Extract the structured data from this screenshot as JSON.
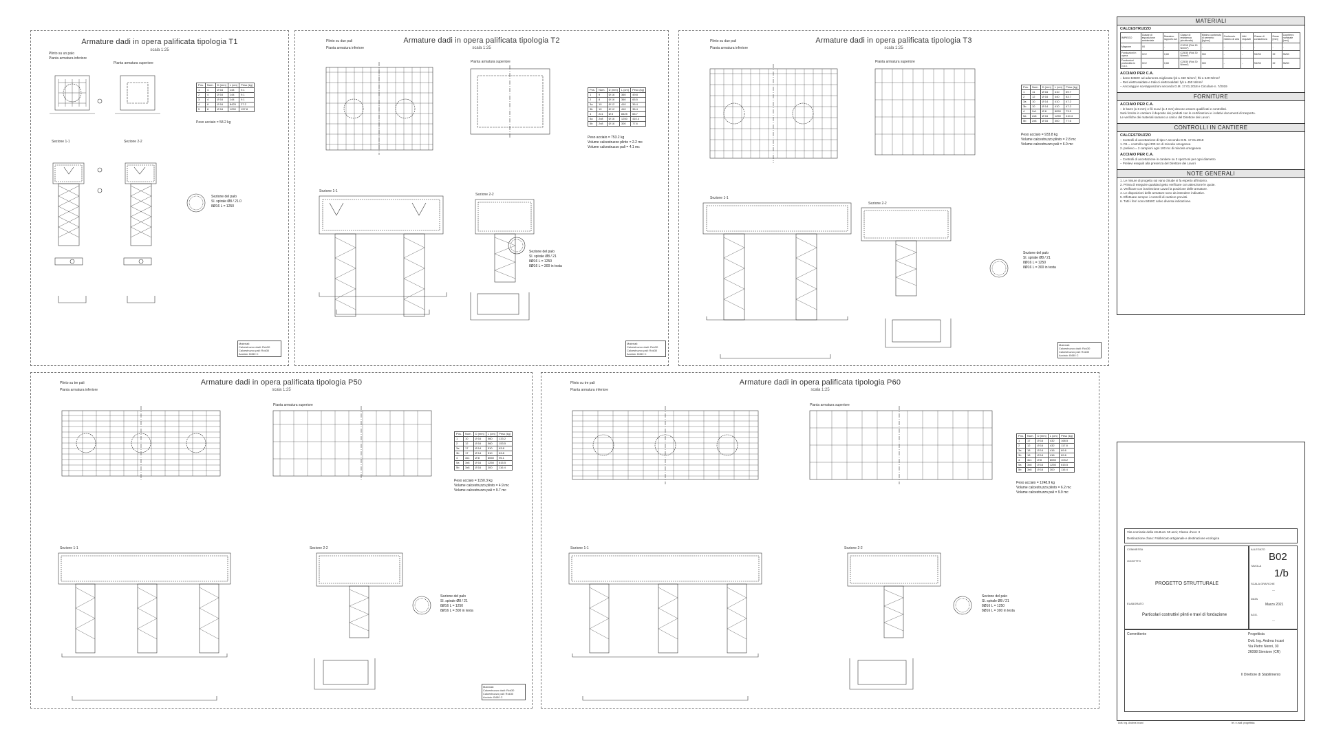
{
  "panels": {
    "t1": {
      "title": "Armature dadi in opera palificata tipologia T1",
      "scale": "scala 1:25",
      "plinth": "Plinto su un palo",
      "bottom_plan": "Pianta armatura inferiore",
      "top_plan": "Pianta armatura superiore",
      "sec1": "Sezione 1-1",
      "sec2": "Sezione 2-2",
      "pile_section": "Sezione del palo",
      "pile_lines": [
        "Sl. spirale Ø8 / 21.0",
        "8Ø16 L = 1250"
      ],
      "weight": "Peso acciaio = 58.2 kg",
      "volumes": [],
      "materials": [
        "Materiali:",
        "Calcestruzzo dadi: Rck30",
        "Calcestruzzo pali: Rck30",
        "Acciaio: B450 C"
      ],
      "rebar_head": [
        "Pos.",
        "Num.",
        "D (mm)",
        "L (cm)",
        "Peso (kg)"
      ],
      "rebar_rows": [
        [
          "1",
          "4",
          "Ø 16",
          "144",
          "9.1"
        ],
        [
          "2",
          "4",
          "Ø 16",
          "144",
          "9.1"
        ],
        [
          "3",
          "4",
          "Ø 16",
          "144",
          "9.1"
        ],
        [
          "4",
          "8",
          "Ø 16",
          "8425",
          "27.2"
        ],
        [
          "5",
          "8",
          "Ø 16",
          "1250",
          "157.8"
        ]
      ]
    },
    "t2": {
      "title": "Armature dadi in opera palificata tipologia T2",
      "scale": "scala 1:25",
      "plinth": "Plinto su due pali",
      "bottom_plan": "Pianta armatura inferiore",
      "top_plan": "Pianta armatura superiore",
      "sec1": "Sezione 1-1",
      "sec2": "Sezione 2-2",
      "pile_section": "Sezione del palo",
      "pile_lines": [
        "Sl. spirale Ø8 / 21",
        "8Ø16 L = 1250",
        "8Ø16 L = 300 in testa"
      ],
      "weight": "Peso acciaio = 753.2 kg",
      "volumes": [
        "Volume calcestruzzo plinto = 2.2 mc",
        "Volume calcestruzzo pali = 4.1 mc"
      ],
      "materials": [
        "Materiali:",
        "Calcestruzzo dadi: Rck30",
        "Calcestruzzo pali: Rck30",
        "Acciaio: B450 C"
      ],
      "rebar_head": [
        "Pos.",
        "Num.",
        "D (mm)",
        "L (cm)",
        "Peso (kg)"
      ],
      "rebar_rows": [
        [
          "1",
          "9",
          "Ø 16",
          "360",
          "49.8"
        ],
        [
          "2",
          "8",
          "Ø 16",
          "360",
          "65.5"
        ],
        [
          "3a",
          "10",
          "Ø 12",
          "410",
          "36.4"
        ],
        [
          "3b",
          "10",
          "Ø 12",
          "410",
          "36.4"
        ],
        [
          "4",
          "2x1",
          "Ø 8",
          "8425",
          "66.7"
        ],
        [
          "5a",
          "2x8",
          "Ø 16",
          "1250",
          "410.4"
        ],
        [
          "5b",
          "2x8",
          "Ø 16",
          "300",
          "77.6"
        ]
      ]
    },
    "t3": {
      "title": "Armature dadi in opera palificata tipologia T3",
      "scale": "scala 1:25",
      "plinth": "Plinto su due pali",
      "bottom_plan": "Pianta armatura inferiore",
      "top_plan": "Pianta armatura superiore",
      "sec1": "Sezione 1-1",
      "sec2": "Sezione 2-2",
      "pile_section": "Sezione del palo",
      "pile_lines": [
        "Sl. spirale Ø8 / 21",
        "8Ø16 L = 1250",
        "8Ø16 L = 300 in testa"
      ],
      "weight": "Peso acciaio = 933.8 kg",
      "volumes": [
        "Volume calcestruzzo plinto = 2.8 mc",
        "Volume calcestruzzo pali = 6.0 mc"
      ],
      "materials": [
        "Materiali:",
        "Calcestruzzo dadi: Rck30",
        "Calcestruzzo pali: Rck30",
        "Acciaio: B450 C"
      ],
      "rebar_head": [
        "Pos.",
        "Num.",
        "D (mm)",
        "L (cm)",
        "Peso (kg)"
      ],
      "rebar_rows": [
        [
          "1",
          "11",
          "Ø 16",
          "410",
          "69.7"
        ],
        [
          "2",
          "12",
          "Ø 16",
          "440",
          "83.7"
        ],
        [
          "3a",
          "10",
          "Ø 14",
          "410",
          "47.2"
        ],
        [
          "3b",
          "10",
          "Ø 14",
          "410",
          "47.2"
        ],
        [
          "4",
          "2x1",
          "Ø 8",
          "8050",
          "73.5"
        ],
        [
          "5a",
          "2x8",
          "Ø 16",
          "1250",
          "410.4"
        ],
        [
          "5b",
          "2x8",
          "Ø 16",
          "300",
          "77.6"
        ]
      ]
    },
    "p50": {
      "title": "Armature dadi in opera palificata tipologia P50",
      "scale": "scala 1:25",
      "plinth": "Plinto su tre pali",
      "bottom_plan": "Pianta armatura inferiore",
      "top_plan": "Pianta armatura superiore",
      "sec1": "Sezione 1-1",
      "sec2": "Sezione 2-2",
      "pile_section": "Sezione del palo",
      "pile_lines": [
        "Sl. spirale Ø8 / 21",
        "8Ø16 L = 1250",
        "8Ø16 L = 300 in testa"
      ],
      "weight": "Peso acciaio = 1150.3 kg",
      "volumes": [
        "Volume calcestruzzo plinto = 4.9 mc",
        "Volume calcestruzzo pali = 9.7 mc"
      ],
      "materials": [
        "Materiali:",
        "Calcestruzzo dadi: Rck30",
        "Calcestruzzo pali: Rck30",
        "Acciaio: B450 C"
      ],
      "rebar_head": [
        "Pos.",
        "Num.",
        "D (mm)",
        "L (cm)",
        "Peso (kg)"
      ],
      "rebar_rows": [
        [
          "1",
          "10",
          "Ø 16",
          "560",
          "133.2"
        ],
        [
          "2",
          "12",
          "Ø 16",
          "560",
          "153.5"
        ],
        [
          "3a",
          "17",
          "Ø 14",
          "510",
          "63.8"
        ],
        [
          "3b",
          "17",
          "Ø 14",
          "510",
          "63.8"
        ],
        [
          "4",
          "3x1",
          "Ø 8",
          "8050",
          "95.1"
        ],
        [
          "5a",
          "3x8",
          "Ø 16",
          "1250",
          "615.5"
        ],
        [
          "5b",
          "3x8",
          "Ø 16",
          "300",
          "116.4"
        ]
      ]
    },
    "p60": {
      "title": "Armature dadi in opera palificata tipologia P60",
      "scale": "scala 1:25",
      "plinth": "Plinto su tre pali",
      "bottom_plan": "Pianta armatura inferiore",
      "top_plan": "Pianta armatura superiore",
      "sec1": "Sezione 1-1",
      "sec2": "Sezione 2-2",
      "pile_section": "Sezione del palo",
      "pile_lines": [
        "Sl. spirale Ø8 / 21",
        "8Ø16 L = 1250",
        "8Ø16 L = 300 in testa"
      ],
      "weight": "Peso acciaio = 1248.9 kg",
      "volumes": [
        "Volume calcestruzzo plinto = 6.2 mc",
        "Volume calcestruzzo pali = 9.9 mc"
      ],
      "materials": [],
      "rebar_head": [
        "Pos.",
        "Num.",
        "D (mm)",
        "L (cm)",
        "Peso (kg)"
      ],
      "rebar_rows": [
        [
          "1",
          "17",
          "Ø 16",
          "432",
          "168.5"
        ],
        [
          "2",
          "12",
          "Ø 16",
          "432",
          "117.8"
        ],
        [
          "3a",
          "18",
          "Ø 14",
          "416",
          "69.6"
        ],
        [
          "3b",
          "18",
          "Ø 14",
          "416",
          "69.6"
        ],
        [
          "4",
          "3x1",
          "Ø 8",
          "8050",
          "103.2"
        ],
        [
          "5a",
          "3x8",
          "Ø 16",
          "1250",
          "615.5"
        ],
        [
          "5b",
          "3x8",
          "Ø 16",
          "300",
          "116.4"
        ]
      ]
    }
  },
  "notes": {
    "materiali": "MATERIALI",
    "calcestruzzo": "CALCESTRUZZO",
    "mat_head": [
      "IMPIEGO",
      "Classe di esposizione ambientale",
      "Massimo rapporto a/c",
      "Classe di resistenza (strutturale)",
      "Minimo contenuto di cemento [kg/mc]",
      "Contenuto minimo di aria",
      "Altri requisiti",
      "Classe di consistenza",
      "Dmax [mm]",
      "Copriferro nominale [mm]"
    ],
    "mat_rows": [
      [
        "Magrone",
        "X0",
        "-",
        "C12/15 (Rck 15 N/mm²)",
        "-",
        "-",
        "-",
        "-",
        "-",
        "-"
      ],
      [
        "Fondazioni in opera",
        "XC2",
        "0,60",
        "C25/30 (Rck 30 N/mm²)",
        "300",
        "-",
        "-",
        "S4/S5",
        "32",
        "35/50"
      ],
      [
        "Fondazioni profondità in c.a.o.",
        "XC2",
        "0,60",
        "C25/30 (Rck 30 N/mm²)",
        "300",
        "-",
        "-",
        "S4/S5",
        "32",
        "35/50"
      ]
    ],
    "acciaio": "ACCIAIO PER C.A.",
    "acciaio_lines": [
      "– barre B450C ad aderenza migliorata fyk ≥ 450 N/mm², ftk ≥ 540 N/mm²",
      "– Reti elettrosaldate e tralicci elettrosaldati: fyk ≥ 450 N/mm²",
      "– Ancoraggi e sovrapposizioni secondo D.M. 17.01.2018 e Circolare n. 7/2019"
    ],
    "forniture": "FORNITURE",
    "forniture_sub": "ACCIAIO PER C.A.",
    "forniture_lines": [
      "– le barre (≥ 6 mm) e fili nuovi (≥ 4 mm) devono essere qualificati e controllati.",
      "Sarà fornito in cantiere il deposito dei prodotti con le certificazioni e i relativi documenti di trasporto.",
      "Le verifiche dei materiali saranno a carico del Direttore dei Lavori."
    ],
    "controlli": "CONTROLLI IN CANTIERE",
    "controlli_sub1": "CALCESTRUZZO",
    "controlli_lines1": [
      "– Controlli di accettazione di tipo A secondo D.M. 17.01.2018",
      "1. R1 = controllo ogni 300 mc di miscela omogenea",
      "2. prelievo = 2 campioni ogni 100 mc di miscela omogenea"
    ],
    "controlli_sub2": "ACCIAIO PER C.A.",
    "controlli_lines2": [
      "– Controlli di accettazione in cantiere su 3 spezzoni per ogni diametro",
      "– Prelievi eseguiti alla presenza del Direttore dei Lavori"
    ],
    "note_generali": "NOTE GENERALI",
    "note_lines": [
      "1. Le misure di progetto sul vano chiude si fa esperto all'intorno.",
      "2. Prima di eseguire qualsiasi getto verificare con attenzione le quote.",
      "3. Verificare con la Direzione Lavori la posizione delle armature.",
      "4. Le disposizioni delle armature sono da intendere indicative.",
      "5. Effettuare sempre i controlli di cantiere previsti.",
      "6. Tutti i ferri sono B450C salvo diversa indicazione."
    ]
  },
  "titleblock": {
    "vita": "Vita nominale della struttura: 50 anni;  Classe d'uso: II",
    "dest": "Destinazione d'uso: Fabbricato artigianale e destinazione ecologica",
    "commessa_lbl": "COMMESSA",
    "oggetto_lbl": "OGGETTO",
    "oggetto": "PROGETTO STRUTTURALE",
    "elaborato_lbl": "ELABORATO",
    "elaborato": "Particolari costruttivi plinti e travi di fondazione",
    "allegato_lbl": "ALLEGATO",
    "allegato": "B02",
    "tavola_lbl": "TAVOLA",
    "tavola": "1/b",
    "scala_lbl": "SCALA GRAFICHE",
    "scala": "—",
    "data_lbl": "DATA",
    "data": "Marzo 2021",
    "agg_lbl": "AGG.",
    "agg": "—",
    "committente": "Committente",
    "progettista_lbl": "Progettista",
    "progettista": [
      "Dott. Ing. Andrea Incani",
      "Via Pietro Nenni, 30",
      "26098 Sirmione (CR)"
    ],
    "direttore": "Il Direttore di Stabilimento",
    "footer_left": "Dott. Ing. Andrea Incani",
    "footer_right": "tel. e-mail: progettista"
  }
}
